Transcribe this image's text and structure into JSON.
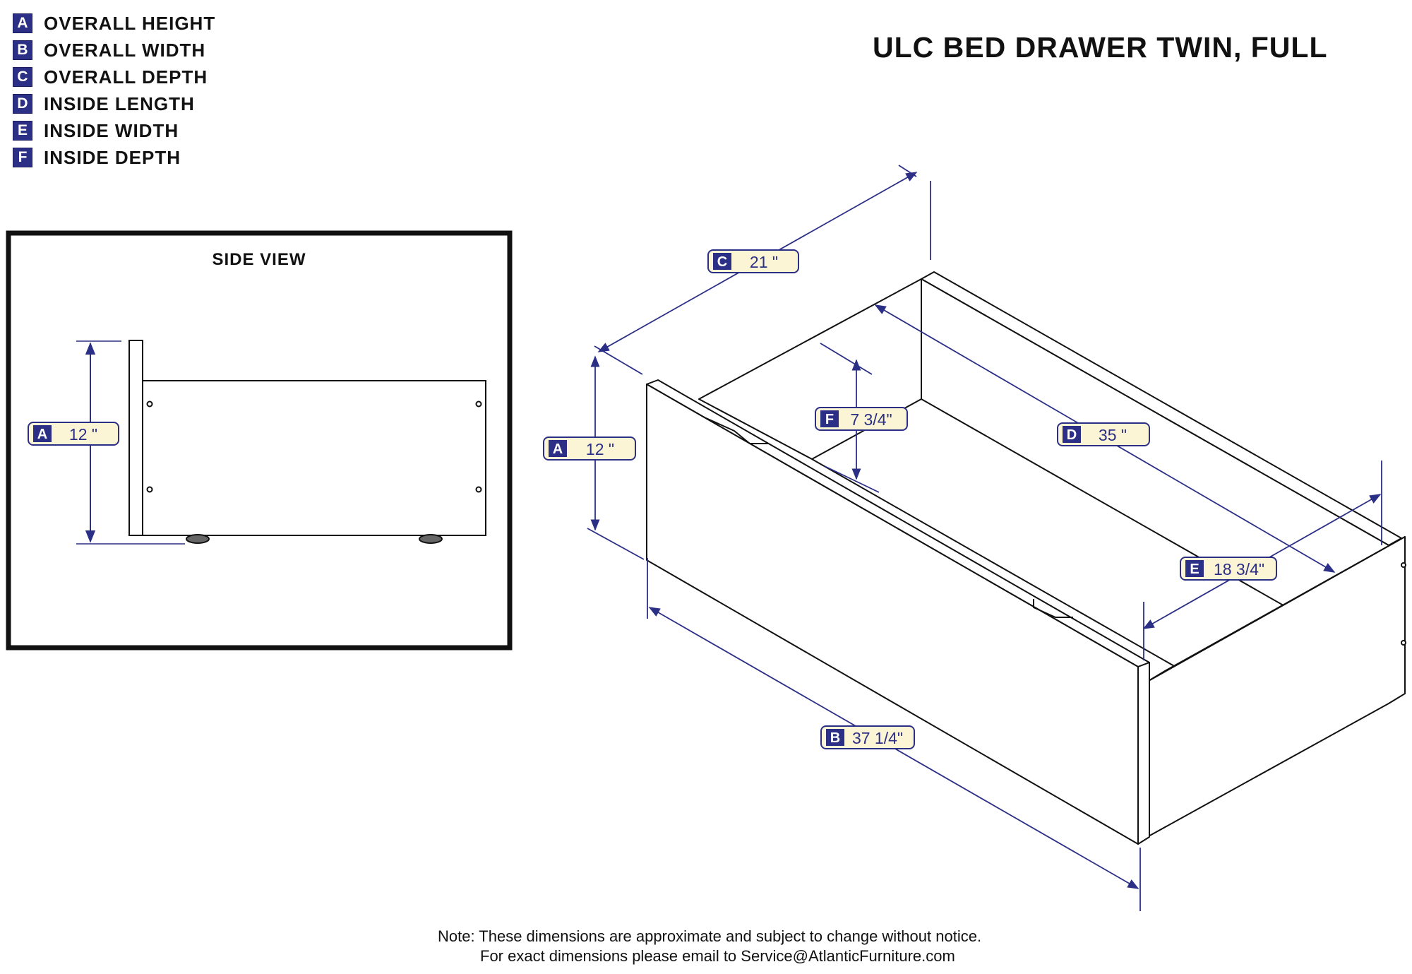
{
  "legend": [
    {
      "letter": "A",
      "label": "OVERALL HEIGHT"
    },
    {
      "letter": "B",
      "label": "OVERALL WIDTH"
    },
    {
      "letter": "C",
      "label": "OVERALL DEPTH"
    },
    {
      "letter": "D",
      "label": "INSIDE LENGTH"
    },
    {
      "letter": "E",
      "label": "INSIDE WIDTH"
    },
    {
      "letter": "F",
      "label": "INSIDE DEPTH"
    }
  ],
  "title": "ULC BED DRAWER TWIN, FULL",
  "side_view": {
    "title": "SIDE VIEW",
    "dimension": {
      "letter": "A",
      "value": "12 \""
    }
  },
  "dimensions": {
    "A": {
      "letter": "A",
      "value": "12 \""
    },
    "B": {
      "letter": "B",
      "value": "37 1/4\""
    },
    "C": {
      "letter": "C",
      "value": "21 \""
    },
    "D": {
      "letter": "D",
      "value": "35 \""
    },
    "E": {
      "letter": "E",
      "value": "18 3/4\""
    },
    "F": {
      "letter": "F",
      "value": "7 3/4\""
    }
  },
  "note": {
    "line1": "Note:  These dimensions are approximate and subject to change without notice.",
    "line2": "For exact dimensions please email to Service@AtlanticFurniture.com"
  },
  "colors": {
    "accent": "#2b2f86",
    "label_fill": "#fbf5d6",
    "line": "#111111"
  }
}
